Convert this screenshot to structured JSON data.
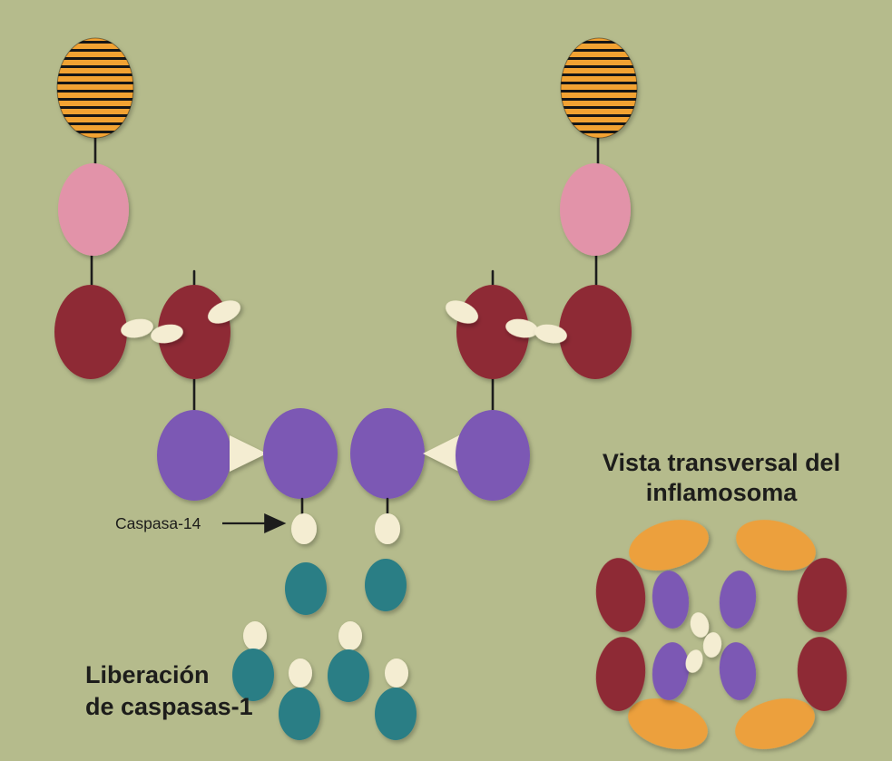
{
  "labels": {
    "caspase": "Caspasa-14",
    "cross_section_line1": "Vista transversal del",
    "cross_section_line2": "inflamosoma",
    "release_line1": "Liberación",
    "release_line2": "de caspasas-1"
  },
  "colors": {
    "background": "#b5bb8c",
    "striped_orange": "#f2a233",
    "stripe_black": "#161616",
    "pink": "#e293a9",
    "maroon": "#8e2c35",
    "purple": "#7c58b4",
    "teal": "#2b7e85",
    "cream": "#f4edd2",
    "orange": "#eca03e",
    "line": "#1c1c1c",
    "text": "#1d1d1b"
  }
}
